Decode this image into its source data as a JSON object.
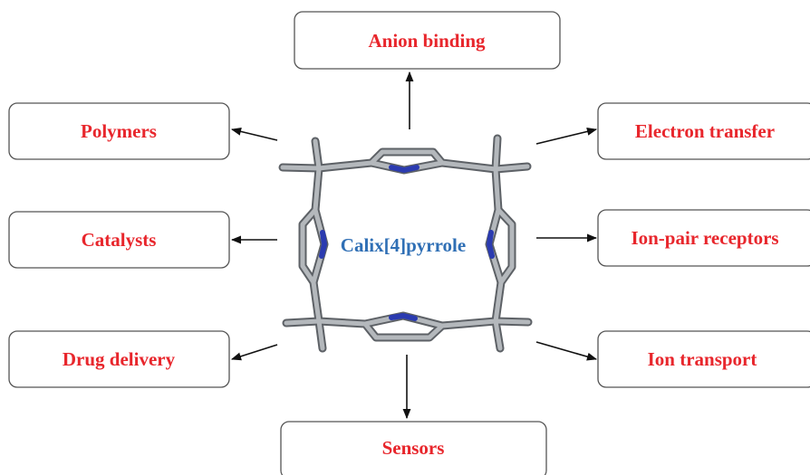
{
  "center": {
    "label": "Calix[4]pyrrole",
    "color": "#2f6fb5"
  },
  "colors": {
    "label": "#e8262c",
    "box_border": "#555555",
    "arrow": "#111111",
    "bond": "#8d9196",
    "nitrogen": "#2b3bb0"
  },
  "applications": {
    "top": "Anion binding",
    "left_top": "Polymers",
    "left_middle": "Catalysts",
    "left_bottom": "Drug delivery",
    "right_top": "Electron transfer",
    "right_middle": "Ion-pair receptors",
    "right_bottom": "Ion transport",
    "bottom": "Sensors"
  }
}
